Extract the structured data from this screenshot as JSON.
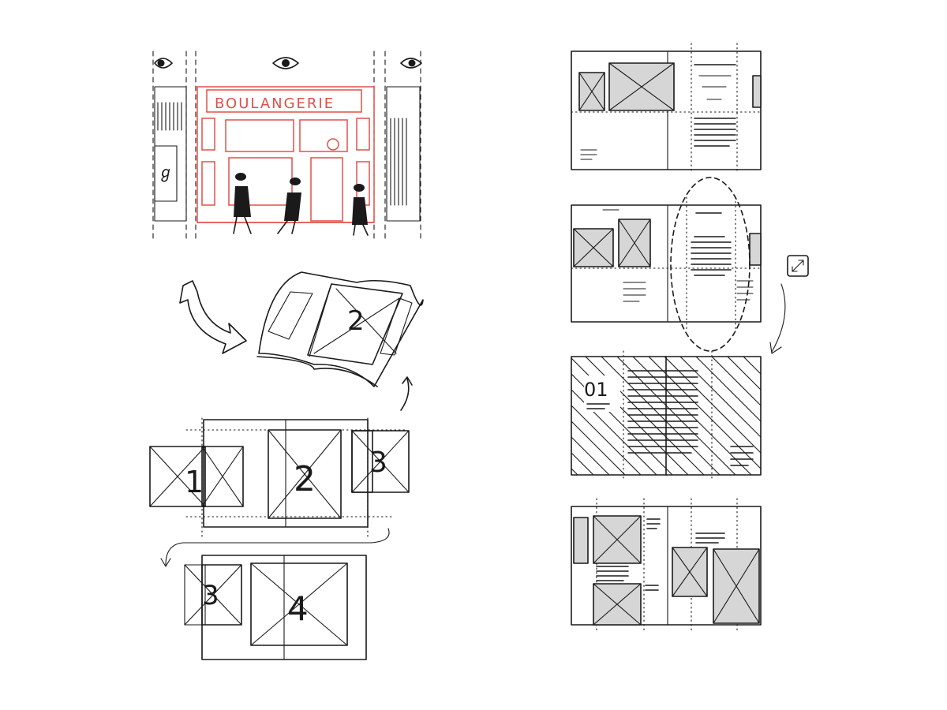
{
  "storefront": {
    "sign": "BOULANGERIE"
  },
  "magazine": {
    "page_number": "2"
  },
  "spread_a": {
    "labels": [
      "1",
      "2",
      "3"
    ]
  },
  "spread_b": {
    "labels": [
      "3",
      "4"
    ]
  },
  "layout_section": {
    "number": "01"
  },
  "colors": {
    "red": "#e65b52",
    "mint": "#bfe2d2",
    "blue": "#a9c0e0",
    "olive": "#dcdba8",
    "gray": "#d6d6d6",
    "ink": "#1a1a1a",
    "outline_red": "#e0504a"
  },
  "icons": [
    "eye-icon",
    "resize-icon",
    "curved-arrow-icon",
    "double-arrow-icon"
  ]
}
